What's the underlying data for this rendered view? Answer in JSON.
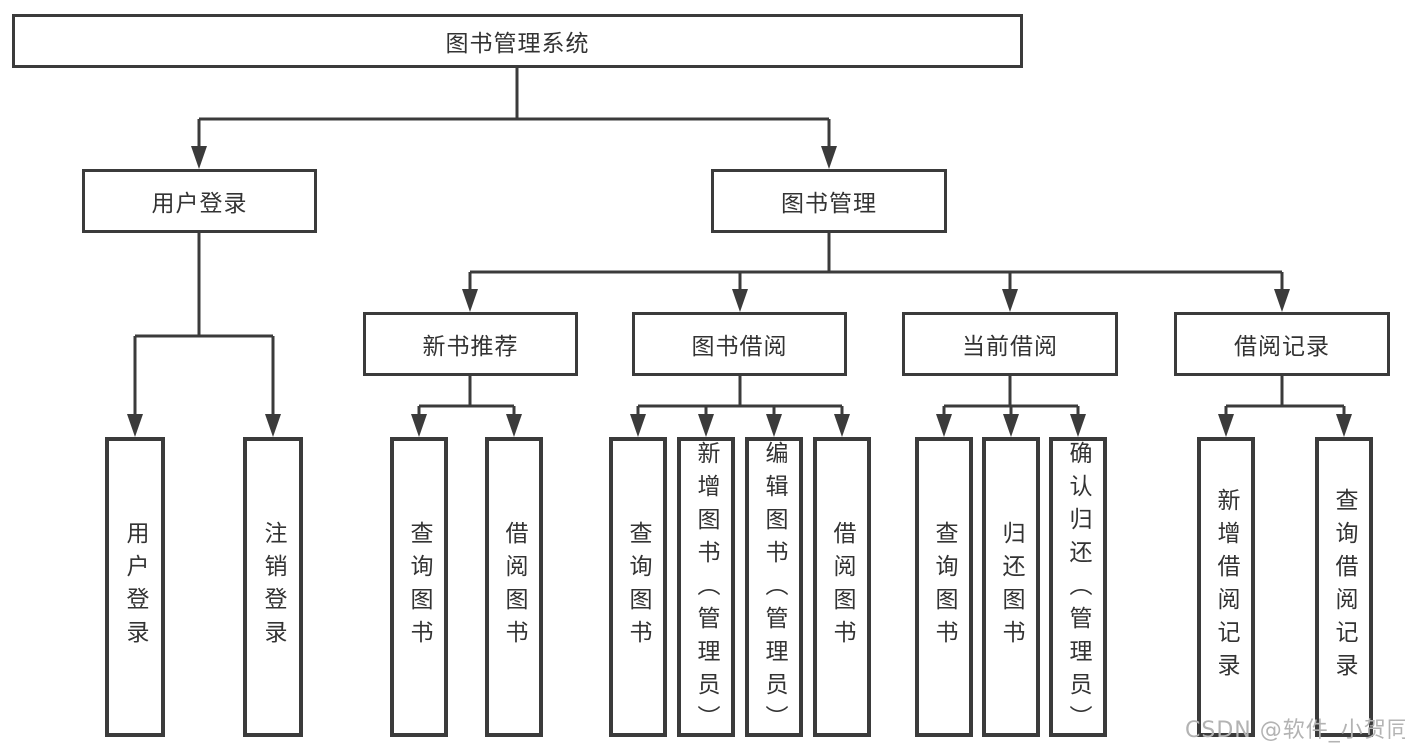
{
  "root": {
    "label": "图书管理系统"
  },
  "user_login": {
    "label": "用户登录",
    "children": [
      {
        "label": "用户登录"
      },
      {
        "label": "注销登录"
      }
    ]
  },
  "book_mgmt": {
    "label": "图书管理",
    "sections": [
      {
        "label": "新书推荐",
        "children": [
          {
            "label": "查询图书"
          },
          {
            "label": "借阅图书"
          }
        ]
      },
      {
        "label": "图书借阅",
        "children": [
          {
            "label": "查询图书"
          },
          {
            "label": "新增图书（管理员）"
          },
          {
            "label": "编辑图书（管理员）"
          },
          {
            "label": "借阅图书"
          }
        ]
      },
      {
        "label": "当前借阅",
        "children": [
          {
            "label": "查询图书"
          },
          {
            "label": "归还图书"
          },
          {
            "label": "确认归还（管理员）"
          }
        ]
      },
      {
        "label": "借阅记录",
        "children": [
          {
            "label": "新增借阅记录"
          },
          {
            "label": "查询借阅记录"
          }
        ]
      }
    ]
  },
  "watermark": "CSDN @软件_小贺同学",
  "colors": {
    "line": "#3b3b3b",
    "text": "#333333",
    "watermark": "#b3b3b3",
    "background": "#ffffff"
  }
}
